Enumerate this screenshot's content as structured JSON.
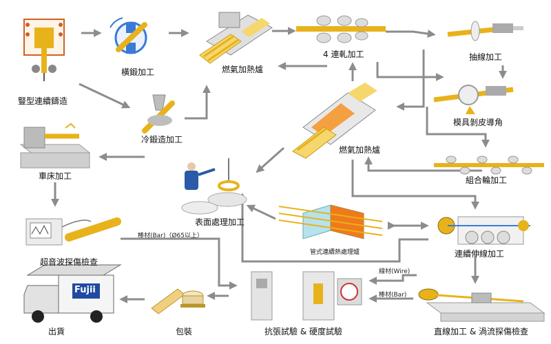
{
  "steps": {
    "vertical_casting": "豎型連續鑄造",
    "cross_forging": "橫鍛加工",
    "gas_furnace_top": "燃氣加熱爐",
    "four_rolling": "4 連軋加工",
    "drawing": "抽線加工",
    "die_peeling": "模具剝皮導角",
    "cold_forging": "冷鍛造加工",
    "gas_furnace_mid": "燃氣加熱爐",
    "combined_wheel": "組合輪加工",
    "lathe": "車床加工",
    "surface_treatment": "表面處理加工",
    "tube_heat": "管式連續熱處理爐",
    "continuous_drawing": "連續伸線加工",
    "ultrasonic": "超音波探傷檢查",
    "straightening": "直線加工 & 渦流探傷檢查",
    "tensile_hardness": "抗張試驗 & 硬度試驗",
    "packaging": "包裝",
    "shipping": "出貨"
  },
  "annotations": {
    "bar_65": "棒材(Bar)（Ø65以上）",
    "wire": "線材(Wire)",
    "bar": "棒材(Bar)"
  },
  "truck_logo": "Fujii",
  "colors": {
    "arrow": "#8c8c8c",
    "rod": "#e8b21a",
    "machine": "#d9d9d9",
    "accent_blue": "#3a7ad8",
    "accent_orange": "#f07a1a"
  }
}
